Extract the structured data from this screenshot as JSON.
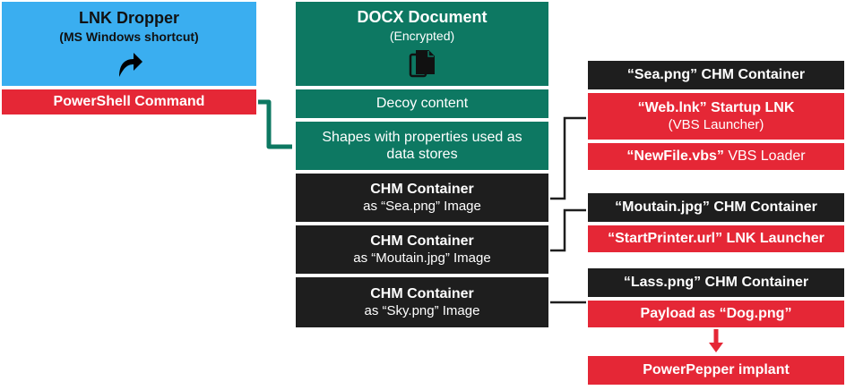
{
  "lnk_dropper": {
    "title": "LNK Dropper",
    "subtitle": "(MS Windows shortcut)",
    "icon": "shortcut-arrow-icon",
    "command": "PowerShell Command"
  },
  "docx": {
    "title": "DOCX Document",
    "subtitle": "(Encrypted)",
    "icon": "documents-icon",
    "decoy": "Decoy content",
    "shapes_line1": "Shapes with properties used as",
    "shapes_line2": "data stores",
    "containers": [
      {
        "line1": "CHM Container",
        "line2": "as “Sea.png” Image"
      },
      {
        "line1": "CHM Container",
        "line2": "as “Moutain.jpg” Image"
      },
      {
        "line1": "CHM Container",
        "line2": "as “Sky.png” Image"
      }
    ]
  },
  "sea": {
    "header": "“Sea.png” CHM Container",
    "item1_bold": "“Web.lnk” Startup LNK",
    "item1_sub": "(VBS Launcher)",
    "item2_bold": "“NewFile.vbs”",
    "item2_rest": " VBS Loader"
  },
  "mountain": {
    "header": "“Moutain.jpg” CHM Container",
    "item1": "“StartPrinter.url” LNK Launcher"
  },
  "lass": {
    "header": "“Lass.png” CHM Container",
    "item1": "Payload as “Dog.png”"
  },
  "implant": "PowerPepper implant",
  "colors": {
    "blue": "#3aaef0",
    "red": "#e52736",
    "green": "#0d7862",
    "black": "#1e1e1e"
  }
}
